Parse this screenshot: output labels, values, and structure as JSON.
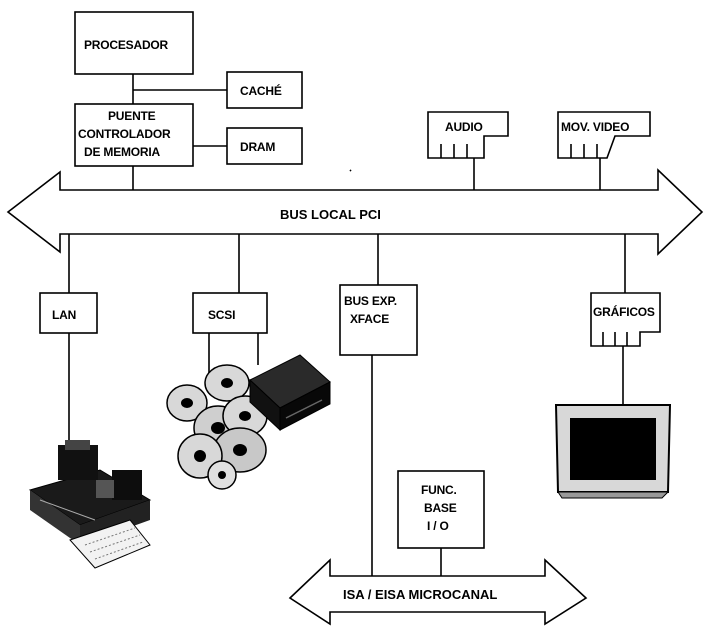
{
  "blocks": {
    "procesador": "PROCESADOR",
    "cache": "CACHÉ",
    "puente_line1": "PUENTE",
    "puente_line2": "CONTROLADOR",
    "puente_line3": "DE MEMORIA",
    "dram": "DRAM",
    "audio": "AUDIO",
    "video": "MOV. VIDEO",
    "lan": "LAN",
    "scsi": "SCSI",
    "busexp_line1": "BUS EXP.",
    "busexp_line2": "XFACE",
    "graficos": "GRÁFICOS",
    "func_line1": "FUNC.",
    "func_line2": "BASE",
    "func_line3": "I / O"
  },
  "buses": {
    "pci": "BUS  LOCAL PCI",
    "isa": "ISA / EISA  MICROCANAL"
  },
  "devices": {
    "printer": "printer",
    "disks": "disks",
    "tape_drive": "tape-drive",
    "monitor": "monitor"
  }
}
